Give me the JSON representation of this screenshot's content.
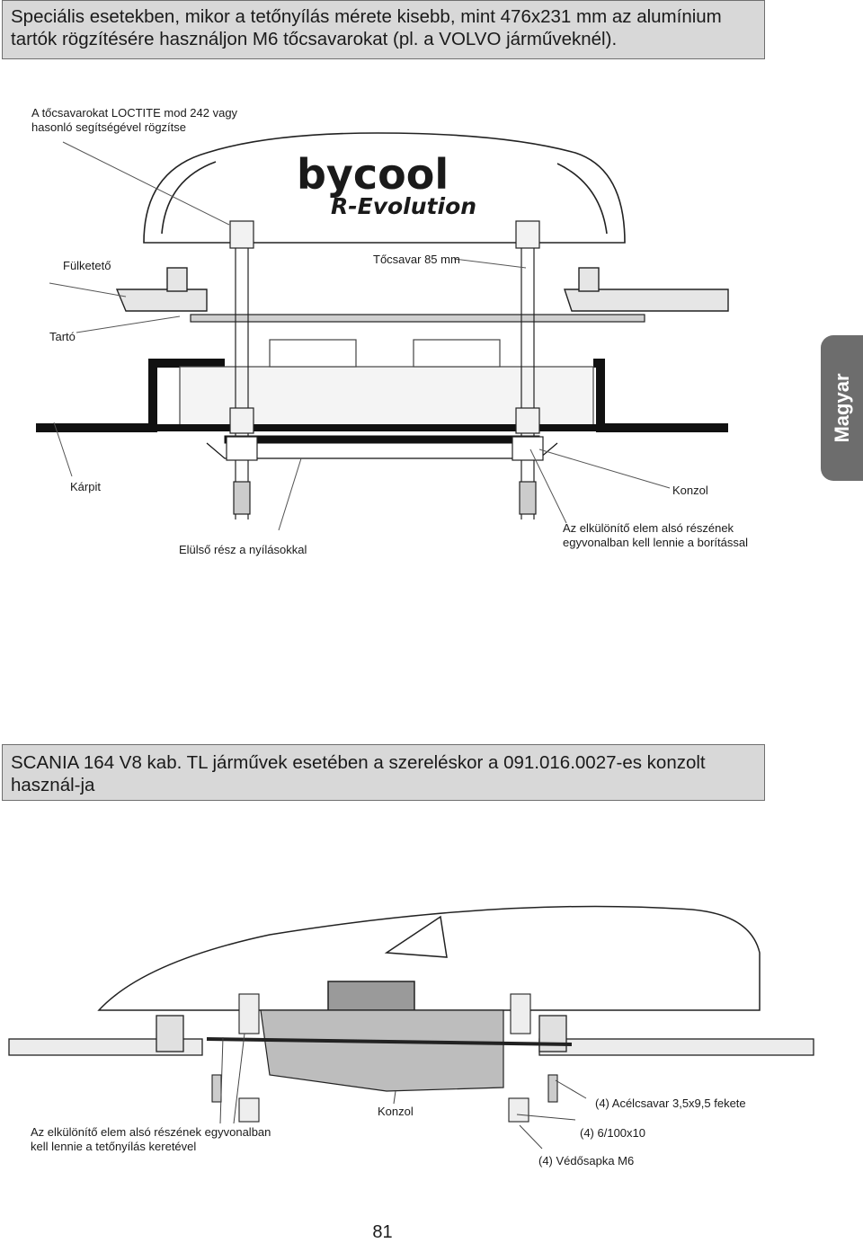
{
  "intro_box": {
    "text": "Speciális esetekben, mikor a tetőnyílás mérete kisebb, mint 476x231 mm az alumínium tartók rögzítésére használjon M6 tőcsavarokat (pl. a VOLVO járműveknél)."
  },
  "diagram1": {
    "logo_brand": "bycool",
    "logo_model": "R-Evolution",
    "labels": {
      "loctite": "A tőcsavarokat LOCTITE mod 242 vagy hasonló segítségével rögzítse",
      "fulketeto": "Fülketető",
      "tocsavar": "Tőcsavar 85 mm",
      "tarto": "Tartó",
      "karpit": "Kárpit",
      "konzol": "Konzol",
      "elulso": "Elülső rész a nyílásokkal",
      "elkulonito": "Az elkülönítő elem alsó részének egyvonalban kell lennie a borítással"
    }
  },
  "side_tab": {
    "text": "Magyar",
    "color": "#6d6d6d"
  },
  "scania_box": {
    "text": "SCANIA 164 V8 kab. TL  járművek esetében a szereléskor a 091.016.0027-es konzolt használ-ja"
  },
  "diagram2": {
    "labels": {
      "acelcsavar": "(4) Acélcsavar 3,5x9,5 fekete",
      "konzol": "Konzol",
      "elkulonito": "Az elkülönítő elem alsó részének egyvonalban kell lennie a tetőnyílás keretével",
      "alatet": "(4) 6/100x10",
      "vedosapka": "(4) Védősapka M6"
    }
  },
  "page_number": "81"
}
